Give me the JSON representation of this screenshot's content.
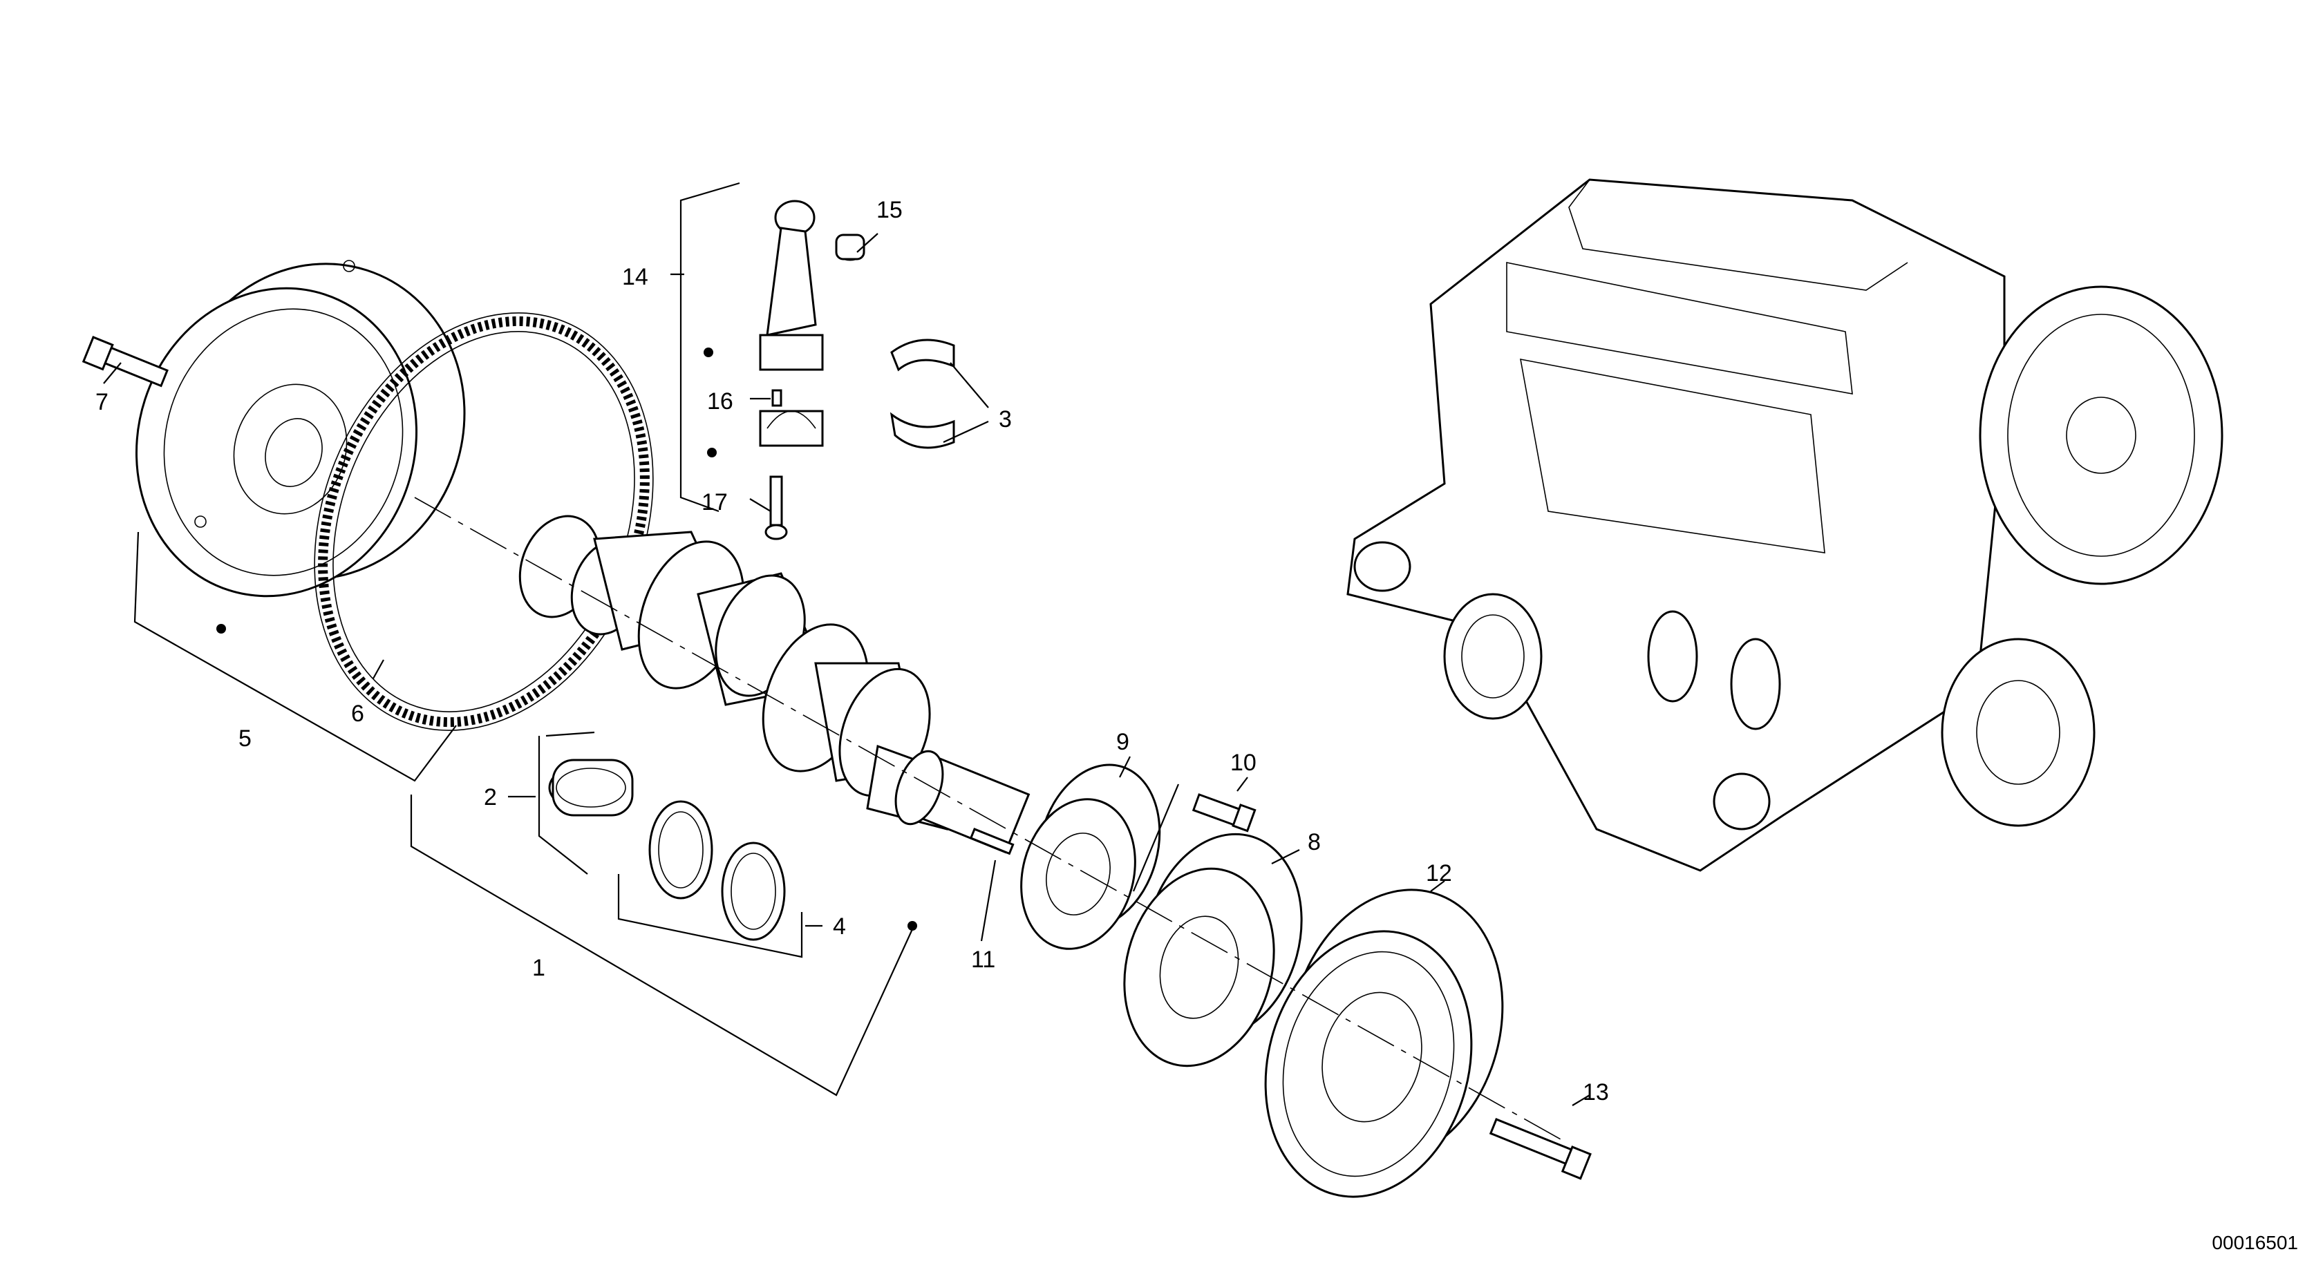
{
  "diagram": {
    "callouts": [
      "1",
      "2",
      "3",
      "4",
      "5",
      "6",
      "7",
      "8",
      "9",
      "10",
      "11",
      "12",
      "13",
      "14",
      "15",
      "16",
      "17"
    ],
    "document_number": "00016501"
  }
}
